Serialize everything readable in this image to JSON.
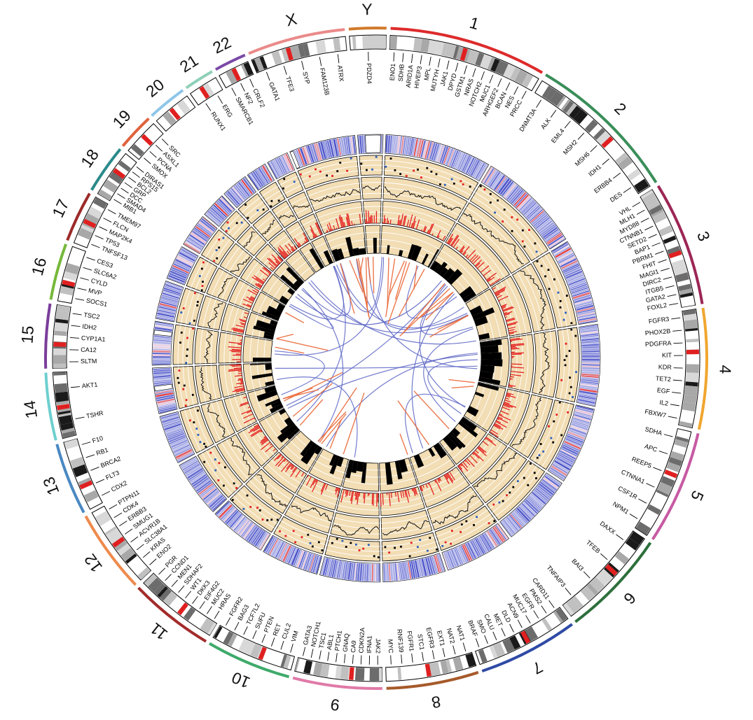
{
  "chromosomes": [
    {
      "name": "1",
      "len": 249,
      "color": "#dd2b2b"
    },
    {
      "name": "2",
      "len": 243,
      "color": "#3a8e59"
    },
    {
      "name": "3",
      "len": 198,
      "color": "#9c2655"
    },
    {
      "name": "4",
      "len": 191,
      "color": "#f0a630"
    },
    {
      "name": "5",
      "len": 181,
      "color": "#c75aa3"
    },
    {
      "name": "6",
      "len": 171,
      "color": "#2d6f3c"
    },
    {
      "name": "7",
      "len": 159,
      "color": "#2f4aa5"
    },
    {
      "name": "8",
      "len": 146,
      "color": "#a65a2a"
    },
    {
      "name": "9",
      "len": 141,
      "color": "#e07aa8"
    },
    {
      "name": "10",
      "len": 135,
      "color": "#3faa6a"
    },
    {
      "name": "11",
      "len": 135,
      "color": "#a32b2b"
    },
    {
      "name": "12",
      "len": 133,
      "color": "#ee8a4c"
    },
    {
      "name": "13",
      "len": 115,
      "color": "#4a88c2"
    },
    {
      "name": "14",
      "len": 107,
      "color": "#6fcfcf"
    },
    {
      "name": "15",
      "len": 102,
      "color": "#7a3d9a"
    },
    {
      "name": "16",
      "len": 90,
      "color": "#76b83a"
    },
    {
      "name": "17",
      "len": 81,
      "color": "#9c2a2a"
    },
    {
      "name": "18",
      "len": 78,
      "color": "#2b8a8a"
    },
    {
      "name": "19",
      "len": 59,
      "color": "#e0613d"
    },
    {
      "name": "20",
      "len": 63,
      "color": "#8fc6e8"
    },
    {
      "name": "21",
      "len": 48,
      "color": "#8fd0b8"
    },
    {
      "name": "22",
      "len": 51,
      "color": "#7a4aa8"
    },
    {
      "name": "X",
      "len": 155,
      "color": "#ea8a8a"
    },
    {
      "name": "Y",
      "len": 59,
      "color": "#d07a2a"
    }
  ],
  "genes": [
    {
      "chr": "1",
      "names": [
        "ENO1",
        "SDHB",
        "ARID1A",
        "HIVEP3",
        "MPL",
        "MUTYH",
        "JAK1",
        "DPYD",
        "GSTM1",
        "NRAS",
        "NOTCH2",
        "MUC1",
        "ARHGEF2",
        "BCAN",
        "NES",
        "PRCC"
      ]
    },
    {
      "chr": "2",
      "names": [
        "DNMT3A",
        "ALK",
        "EML4",
        "MSH2",
        "MSH6",
        "IDH1",
        "ERBB4",
        "DES"
      ]
    },
    {
      "chr": "3",
      "names": [
        "VHL",
        "MLH1",
        "MYD88",
        "CTNNB1",
        "SETD2",
        "BAP1",
        "PBRM1",
        "FHIT",
        "MAGI1",
        "DIRC2",
        "ITGB5",
        "GATA2",
        "FOXL2"
      ]
    },
    {
      "chr": "4",
      "names": [
        "FGFR3",
        "PHOX2B",
        "PDGFRA",
        "KIT",
        "KDR",
        "TET2",
        "EGF",
        "IL2",
        "FBXW7"
      ]
    },
    {
      "chr": "5",
      "names": [
        "SDHA",
        "APC",
        "REEP5",
        "CTNNA1",
        "CSF1R",
        "NPM1"
      ]
    },
    {
      "chr": "6",
      "names": [
        "DAXX",
        "TFEB",
        "BAI3",
        "TNFAIP3"
      ]
    },
    {
      "chr": "7",
      "names": [
        "CARD11",
        "PMS2",
        "EGFR",
        "MUC17",
        "ACN9",
        "DLD",
        "MET",
        "CALU",
        "SMO",
        "BRAF"
      ]
    },
    {
      "chr": "8",
      "names": [
        "NAT1",
        "NAT2",
        "EXT1",
        "EGFR3",
        "STC1",
        "FGFR1",
        "RNF139",
        "MYC"
      ]
    },
    {
      "chr": "9",
      "names": [
        "JAK2",
        "IFNA1",
        "CDKN2A",
        "CA9",
        "GNAQ",
        "PTCH1",
        "ABL1",
        "TSC1",
        "NOTCH1",
        "GATA3"
      ]
    },
    {
      "chr": "10",
      "names": [
        "VIM",
        "CUL2",
        "RET",
        "PTEN",
        "SUFU",
        "TCF7L2",
        "BAG3",
        "FGFR2"
      ]
    },
    {
      "chr": "11",
      "names": [
        "HRAS",
        "MUC2",
        "EIF4G2",
        "DKK3",
        "WT1",
        "SDHAF2",
        "MEN1",
        "CCND1",
        "PGR"
      ]
    },
    {
      "chr": "12",
      "names": [
        "ENO2",
        "KRAS",
        "SLC38A1",
        "ACVR1B",
        "SMUG1",
        "ERBB3",
        "CDK4",
        "PTPN11"
      ]
    },
    {
      "chr": "13",
      "names": [
        "CDX2",
        "FLT3",
        "BRCA2",
        "RB1",
        "F10"
      ]
    },
    {
      "chr": "14",
      "names": [
        "TSHR",
        "AKT1"
      ]
    },
    {
      "chr": "15",
      "names": [
        "SLTM",
        "CA12",
        "CYP1A1",
        "IDH2",
        "TSC2"
      ]
    },
    {
      "chr": "16",
      "names": [
        "SOCS1",
        "MVP",
        "CYLD",
        "SLC6A2",
        "CES3"
      ]
    },
    {
      "chr": "17",
      "names": [
        "TNFSF13",
        "TP53",
        "MAP2K4",
        "FLCN",
        "TMEM97"
      ]
    },
    {
      "chr": "18",
      "names": [
        "MIB1",
        "SMAD4",
        "DCC",
        "GRP",
        "BCL2",
        "RPS15",
        "DIRAS1"
      ]
    },
    {
      "chr": "19",
      "names": [
        "SMOX",
        "PCNA",
        "ASXL1",
        "SRC"
      ]
    },
    {
      "chr": "20",
      "names": []
    },
    {
      "chr": "21",
      "names": [
        "RUNX1",
        "ERG"
      ]
    },
    {
      "chr": "22",
      "names": [
        "SMARCB1",
        "NF2",
        "CRLF2"
      ]
    },
    {
      "chr": "X",
      "names": [
        "GATA1",
        "TFE3",
        "SYP",
        "FAM123B",
        "ATRX"
      ]
    },
    {
      "chr": "Y",
      "names": [
        "PDZD4"
      ]
    }
  ],
  "colors": {
    "track_bg": "#f2ddb4",
    "heat_blue": "#4a52c8",
    "heat_red": "#e43a3a",
    "gain": "#e41f1f",
    "loss": "#2b5fb8",
    "black": "#000000",
    "link_blue": "#5a64c4",
    "link_orange": "#ea6a3a"
  }
}
